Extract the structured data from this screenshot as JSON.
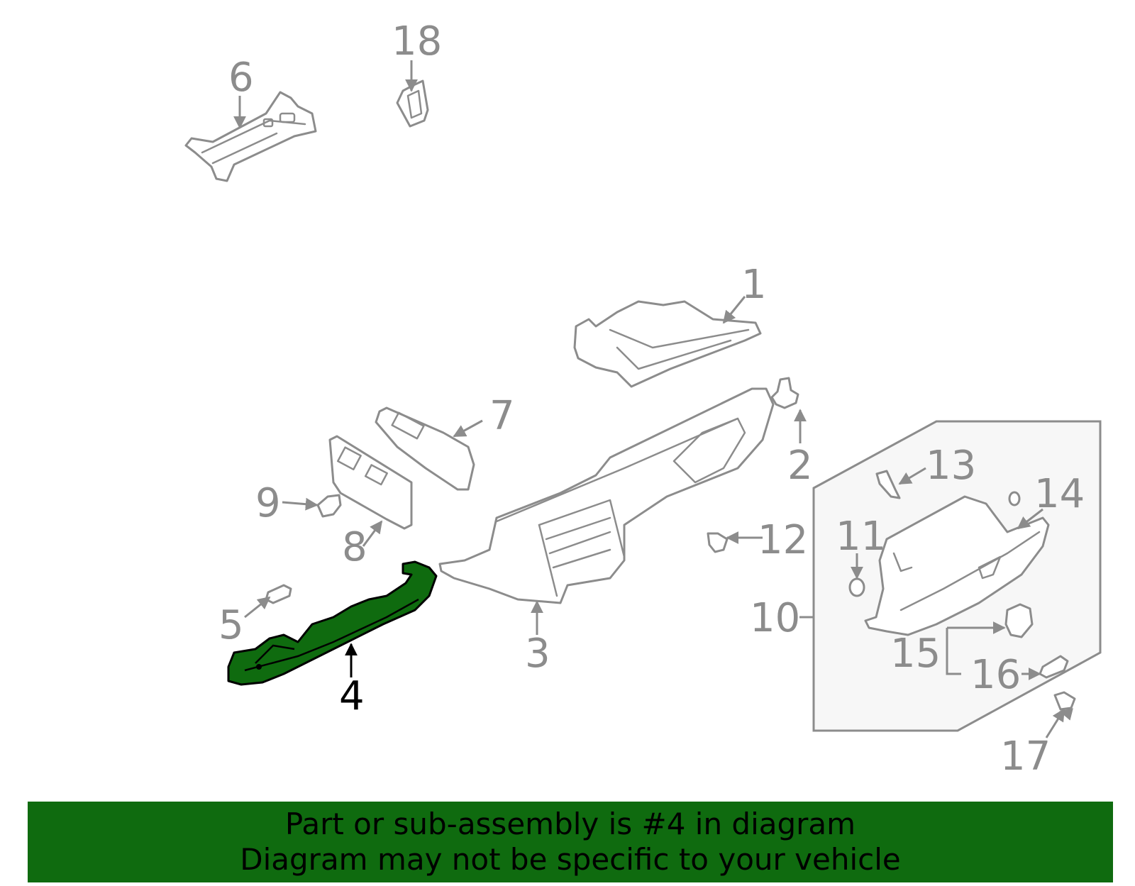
{
  "callouts": {
    "c1": "1",
    "c2": "2",
    "c3": "3",
    "c4": "4",
    "c5": "5",
    "c6": "6",
    "c7": "7",
    "c8": "8",
    "c9": "9",
    "c10": "10",
    "c11": "11",
    "c12": "12",
    "c13": "13",
    "c14": "14",
    "c15": "15",
    "c16": "16",
    "c17": "17",
    "c18": "18"
  },
  "highlighted_part": "4",
  "colors": {
    "highlight": "#0f6b0f",
    "line": "#8c8c8c",
    "inset_background": "#f7f7f7"
  },
  "banner": {
    "line1": "Part or sub-assembly is #4 in diagram",
    "line2": "Diagram may not be specific to your vehicle"
  }
}
